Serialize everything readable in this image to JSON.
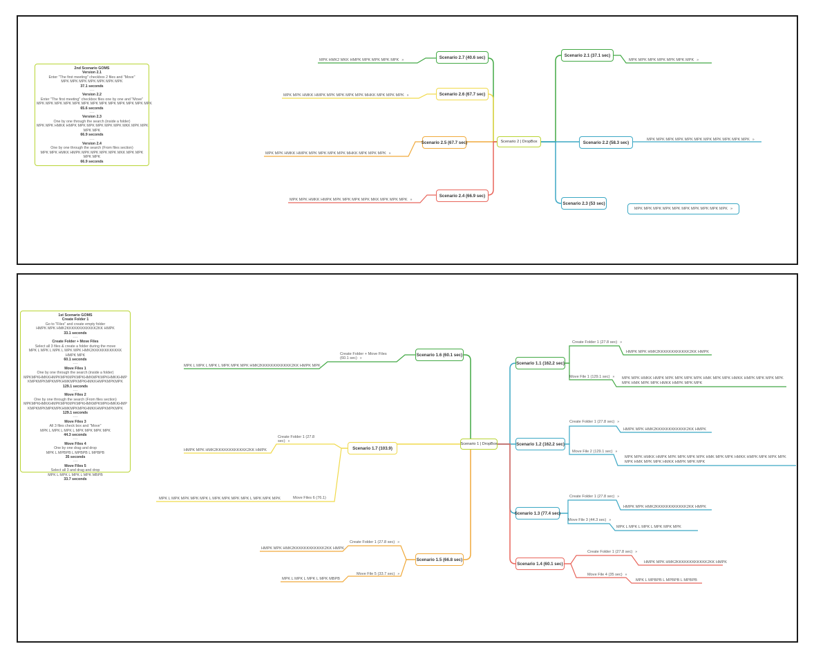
{
  "colors": {
    "green": "#41a843",
    "yellow": "#f0d94a",
    "orange": "#f0a93a",
    "red": "#e8645a",
    "blue": "#3aa7c4",
    "lime": "#b8d432"
  },
  "icons": {
    "arrow": "»"
  },
  "top": {
    "goms": {
      "lines": [
        {
          "t": "2nd Scenario GOMS",
          "b": true
        },
        {
          "t": "Version 2.1",
          "b": true
        },
        {
          "t": "Enter \"The first meeting\" checkbox 2 files and \"Move\""
        },
        {
          "t": "MPK MPK MPK MPK MPK MPK MPK"
        },
        {
          "t": "37.1 seconds",
          "b": true
        },
        {
          "t": "----",
          "s": true
        },
        {
          "t": "Version 2.2",
          "b": true
        },
        {
          "t": "Enter \"The first meeting\" checkbox files one by one and \"Move\""
        },
        {
          "t": "MPK MPK MPK MPK MPK MPK MPK MPK MPK MPK MPK MPK MPK"
        },
        {
          "t": "65.6 seconds",
          "b": true
        },
        {
          "t": "----",
          "s": true
        },
        {
          "t": "Version 2.3",
          "b": true
        },
        {
          "t": "One by one through the search (inside a folder)"
        },
        {
          "t": "MPK MPK HMKK HMPK MPK MPK MPK MPK MPK MKK MPK MPK"
        },
        {
          "t": "MPK MPK"
        },
        {
          "t": "66.9 seconds",
          "b": true
        },
        {
          "t": "----",
          "s": true
        },
        {
          "t": "Version 2.4",
          "b": true
        },
        {
          "t": "One by one through the search (From files section)"
        },
        {
          "t": "MPK MPK HMKK HMPK MPK MPK MPK MPK MKK MPK MPK"
        },
        {
          "t": "MPK MPK"
        },
        {
          "t": "66.9 seconds",
          "b": true
        }
      ]
    },
    "hub": "Scenario 2 | DropBox",
    "nodes": {
      "s27": "Scenario 2.7 (40.6 sec)",
      "s26": "Scenario 2.6 (67.7 sec)",
      "s25": "Scenario 2.5 (67.7 sec)",
      "s24": "Scenario 2.4 (66.9 sec)",
      "s21": "Scenario 2.1 (37.1 sec)",
      "s22": "Scenario 2.2 (58.3 sec)",
      "s23": "Scenario 2.3 (53 sec)"
    },
    "leaves": {
      "s27": "MPK HMK2 MKK HMPK MPK MPK MPK MPK",
      "s26": "MPK MPK HMKK HMPK MPK MPK MPK  MPK MHKK MPK MPK MPK",
      "s25": "MPK MPK HMKK HMPK MPK MPK MPK  MPK MHKK MPK MPK MPK",
      "s24": "MPK MPK HMKK HMPK MPK MPK MPK MPK MKK MPK MPK MPK",
      "s21": "MPK MPK MPK MPK MPK MPK MPK",
      "s22": "MPK MPK MPK MPK MPK MPK MPK MPK MPK MPK MPK",
      "s23": "MPK MPK MPK MPK MPK MPK MPK MPK MPK MPK"
    }
  },
  "bottom": {
    "goms": {
      "lines": [
        {
          "t": "1st Scenario GOMS",
          "b": true
        },
        {
          "t": "Create Folder 1",
          "b": true
        },
        {
          "t": "Go to \"Files\" and create empty folder"
        },
        {
          "t": "HMPK MPK HMK2KKKKKKKKKKKK2KK HMPK"
        },
        {
          "t": "33.1 seconds",
          "b": true
        },
        {
          "t": "----",
          "s": true
        },
        {
          "t": "Create Folder + Move Files",
          "b": true
        },
        {
          "t": "Select all 3 files & create a folder during the move"
        },
        {
          "t": "MPK L MPK L MPK L MPK MPK HMK2KKKKKKKKKKKK"
        },
        {
          "t": "HMPK MPK"
        },
        {
          "t": "60.1 seconds",
          "b": true
        },
        {
          "t": "----",
          "s": true
        },
        {
          "t": "Move Files 1",
          "b": true
        },
        {
          "t": "One by one through the search (inside a folder)"
        },
        {
          "t": "MPKMPKHMKKHMPKMPKMPKMPKHMKMPKMPKHMKKHMP"
        },
        {
          "t": "KMPKMPKMPKMPKHMKMPKMPKHMKKHMPKMPKMPK"
        },
        {
          "t": "129.1 seconds",
          "b": true
        },
        {
          "t": "----",
          "s": true
        },
        {
          "t": "Move Files 2",
          "b": true
        },
        {
          "t": "One by one through the search (From files section)"
        },
        {
          "t": "MPKMPKHMKKHMPKMPKMPKMPKHMKMPKMPKHMKKHMP"
        },
        {
          "t": "KMPKMPKMPKMPKHMKMPKMPKHMKKHMPKMPKMPK"
        },
        {
          "t": "129.1 seconds",
          "b": true
        },
        {
          "t": "----",
          "s": true
        },
        {
          "t": "Move Files 3",
          "b": true
        },
        {
          "t": "All 3 files check box and \"Move\""
        },
        {
          "t": "MPK L MPK L MPK L MPK MPK MPK MPK"
        },
        {
          "t": "44.3 seconds",
          "b": true
        },
        {
          "t": "----",
          "s": true
        },
        {
          "t": "Move Files 4",
          "b": true
        },
        {
          "t": "One by  one drag and drop"
        },
        {
          "t": "MPK L MPBPB L MPBPB L MPBPB"
        },
        {
          "t": "35 seconds",
          "b": true
        },
        {
          "t": "----",
          "s": true
        },
        {
          "t": "Move Files 5",
          "b": true
        },
        {
          "t": "Select all 3 and drag and drop"
        },
        {
          "t": "MPK L MPK L MPK L MPK MBPB"
        },
        {
          "t": "33.7 seconds",
          "b": true
        }
      ]
    },
    "hub": "Scenario 1 | DropBox",
    "nodes": {
      "s16": "Scenario 1.6 (60.1 sec)",
      "s17": "Scenario 1.7 (103.9)",
      "s15": "Scenario 1.5 (66.8 sec)",
      "s11": "Scenario 1.1 (162.2 sec)",
      "s12": "Scenario 1.2 (162.2 sec)",
      "s13": "Scenario 1.3 (77.4 sec)",
      "s14": "Scenario 1.4 (60.1 sec)"
    },
    "labels": {
      "s16a": "Create Folder + Move Files (60.1 sec)",
      "s17a": "Create Folder 1 (27.8 sec)",
      "s17b": "Move Files 6 (76.1)",
      "s15a": "Create Folder 1 (27.8 sec)",
      "s15b": "Move File 5 (33.7 sec)",
      "s11a": "Create Folder 1 (27.8 sec)",
      "s11b": "Move File 1 (129.1 sec)",
      "s12a": "Create Folder 1 (27.8 sec)",
      "s12b": "Move File 2 (129.1 sec)",
      "s13a": "Create Folder 1 (27.8 sec)",
      "s13b": "Move File 3 (44.3 sec)",
      "s14a": "Create Folder 1 (27.8 sec)",
      "s14b": "Move File 4 (35 sec)"
    },
    "leaves": {
      "s16a": "MPK L MPK L MPK L MPK MPK MPK HMK2KKKKKKKKKKKK2KK HMPK MPK",
      "s17a": "HMPK MPK HMK2KKKKKKKKKKKK2KK HMPK",
      "s17b": "MPK L MPK MPK MPK MPK L MPK MPK MPK MPK L MPK MPK MPK",
      "s15a": "HMPK MPK HMK2KKKKKKKKKKKK2KK HMPK",
      "s15b": "MPK L MPK L MPK L MPK MBPB",
      "s11a": "HMPK MPK HMK2KKKKKKKKKKKK2KK HMPK",
      "s11b": "MPK MPK HMKK HMPK MPK MPK MPK MPK HMK MPK MPK HMKK HMPK MPK MPK MPK MPK HMK MPK MPK HMKK HMPK MPK MPK",
      "s12a": "HMPK MPK HMK2KKKKKKKKKKKK2KK HMPK",
      "s12b": "MPK MPK HMKK HMPK MPK MPK MPK MPK HMK MPK MPK HMKK HMPK MPK MPK MPK MPK HMK MPK MPK HMKK HMPK MPK MPK",
      "s13a": "HMPK MPK HMK2KKKKKKKKKKKK2KK HMPK",
      "s13b": "MPK L MPK L MPK L MPK MPK MPK",
      "s14a": "HMPK MPK HMK2KKKKKKKKKKKK2KK HMPK",
      "s14b": "MPK L MPBPB L MPBPB L MPBPB"
    }
  }
}
